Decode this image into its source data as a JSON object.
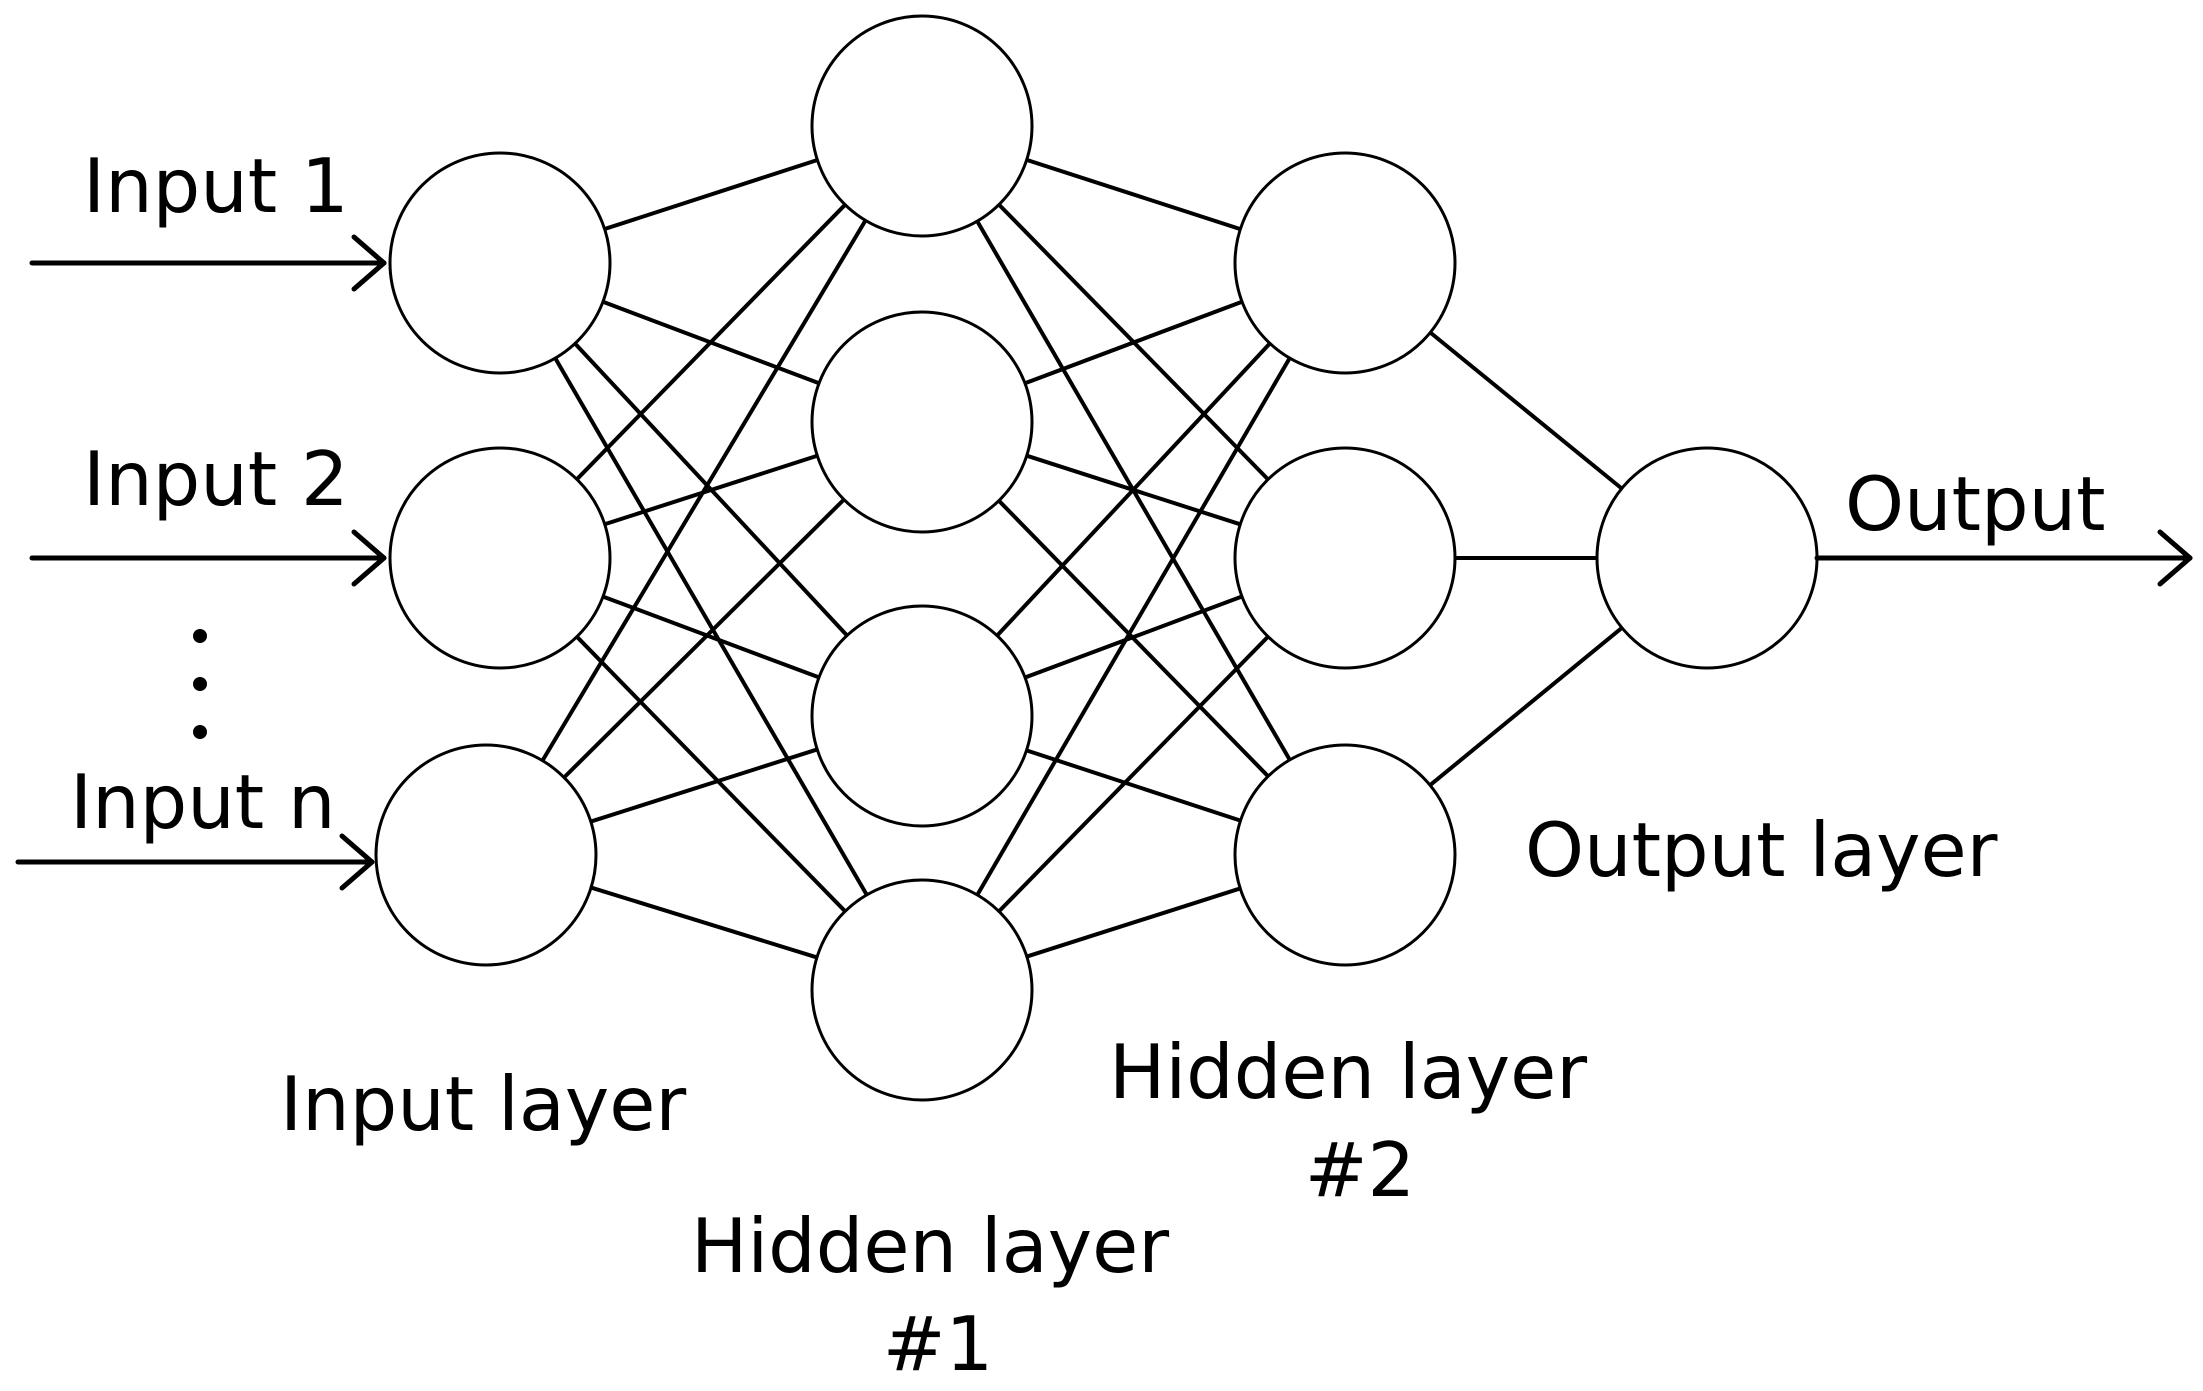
{
  "inputs": {
    "input_1": "Input 1",
    "input_2": "Input 2",
    "input_n": "Input n"
  },
  "output": {
    "label": "Output"
  },
  "layers": {
    "input_layer": "Input layer",
    "hidden_1_line1": "Hidden layer",
    "hidden_1_line2": "#1",
    "hidden_2_line1": "Hidden layer",
    "hidden_2_line2": "#2",
    "output_layer": "Output layer"
  },
  "network": {
    "layer_sizes": [
      3,
      4,
      3,
      1
    ],
    "fully_connected": true
  }
}
